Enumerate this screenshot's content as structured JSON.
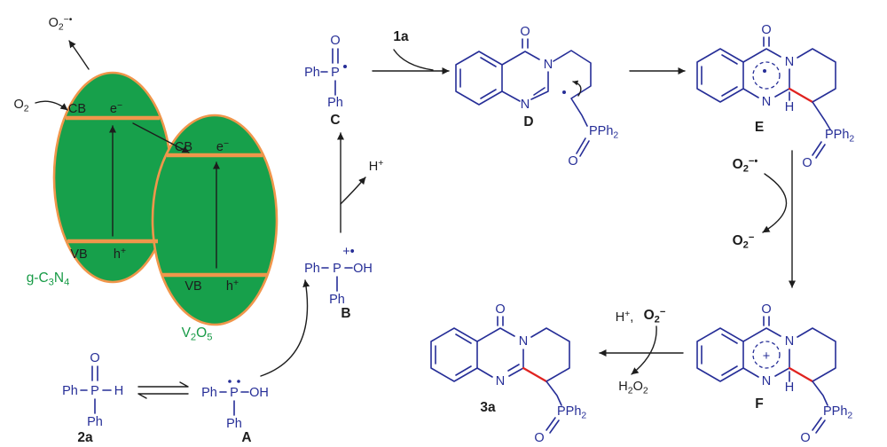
{
  "colors": {
    "structure_blue": "#262e97",
    "highlight_red": "#e02320",
    "semiconductor_green": "#17a04b",
    "outline_orange": "#f0964b",
    "catalyst_green": "#169a45",
    "ink": "#1d1d1d"
  },
  "photocatalyst": {
    "o2": "O_{2}",
    "superoxide": "O_{2}^{−•}",
    "left": {
      "cb": "CB",
      "e": "e^{−}",
      "vb": "VB",
      "h": "h^{+}",
      "name": "g-C_{3}N_{4}"
    },
    "right": {
      "cb": "CB",
      "e": "e^{−}",
      "vb": "VB",
      "h": "h^{+}",
      "name": "V_{2}O_{5}"
    }
  },
  "species": {
    "s2a": {
      "o": "O",
      "ph_left": "Ph",
      "p": "P",
      "h": "H",
      "ph_bottom": "Ph",
      "label": "2a"
    },
    "sA": {
      "ph_left": "Ph",
      "p": "P",
      "oh": "OH",
      "ph_bottom": "Ph",
      "label": "A"
    },
    "sB": {
      "charge": "+•",
      "ph_left": "Ph",
      "p": "P",
      "oh": "OH",
      "ph_bottom": "Ph",
      "label": "B"
    },
    "sC": {
      "o": "O",
      "ph_left": "Ph",
      "p": "P",
      "ph_bottom": "Ph",
      "label": "C"
    },
    "sD": {
      "o": "O",
      "n_ring": "N",
      "n_bottom": "N",
      "pph2": "PPh_{2}",
      "po": "O",
      "label": "D"
    },
    "sE": {
      "o": "O",
      "n_ring": "N",
      "n_bottom": "N",
      "h": "H",
      "pph2": "PPh_{2}",
      "po": "O",
      "label": "E"
    },
    "sF": {
      "o": "O",
      "n_ring": "N",
      "n_bottom": "N",
      "h": "H",
      "plus": "+",
      "pph2": "PPh_{2}",
      "po": "O",
      "label": "F"
    },
    "s3a": {
      "o": "O",
      "n_ring": "N",
      "n_bottom": "N",
      "pph2": "PPh_{2}",
      "po": "O",
      "label": "3a"
    }
  },
  "annotations": {
    "reagent_1a": "1a",
    "h_plus": "H^{+}",
    "superoxide_radical": "O_{2}^{−•}",
    "superoxide_anion": "O_{2}^{−}",
    "h_plus_comma": "H^{+},",
    "o2_anion": "O_{2}^{−}",
    "h2o2": "H_{2}O_{2}"
  }
}
